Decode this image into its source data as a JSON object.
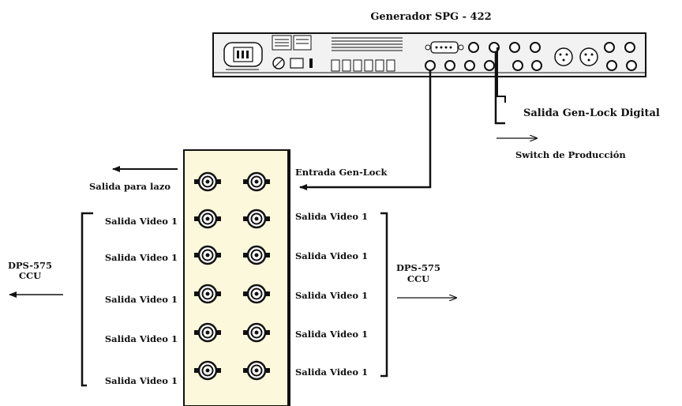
{
  "generator": {
    "title": "Generador SPG - 422"
  },
  "outputs": {
    "gen_lock_digital": "Salida Gen-Lock Digital",
    "production_switch": "Switch de Producción"
  },
  "panel": {
    "input_label": "Entrada Gen-Lock",
    "loop_label": "Salida para lazo",
    "left_labels": [
      "Salida Video 1",
      "Salida Video 1",
      "Salida Video 1",
      "Salida Video 1",
      "Salida Video 1"
    ],
    "right_labels": [
      "Salida Video 1",
      "Salida Video 1",
      "Salida Video 1",
      "Salida Video 1",
      "Salida Video 1"
    ],
    "panel_color": "#fbf8dc"
  },
  "ccu": {
    "left": {
      "line1": "DPS-575",
      "line2": "CCU"
    },
    "right": {
      "line1": "DPS-575",
      "line2": "CCU"
    }
  }
}
